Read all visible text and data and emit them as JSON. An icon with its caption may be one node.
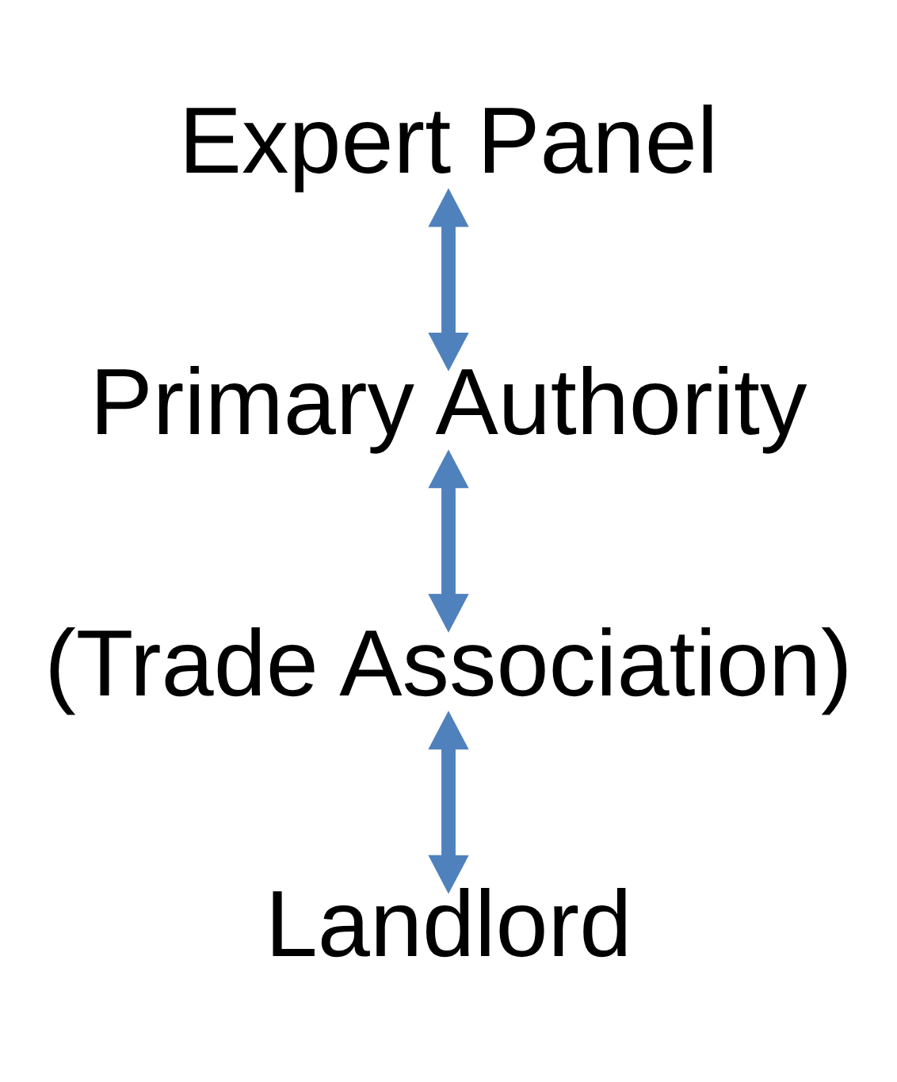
{
  "diagram": {
    "nodes": [
      {
        "text": [
          "Expert Panel"
        ]
      },
      {
        "text": [
          "Primary Authority"
        ]
      },
      {
        "text": [
          "(Trade Association)"
        ]
      },
      {
        "text": [
          "Landlord"
        ]
      }
    ],
    "edges": [
      {
        "from": 0,
        "to": 1,
        "arrow": "both"
      },
      {
        "from": 1,
        "to": 2,
        "arrow": "both"
      },
      {
        "from": 2,
        "to": 3,
        "arrow": "both"
      }
    ]
  }
}
